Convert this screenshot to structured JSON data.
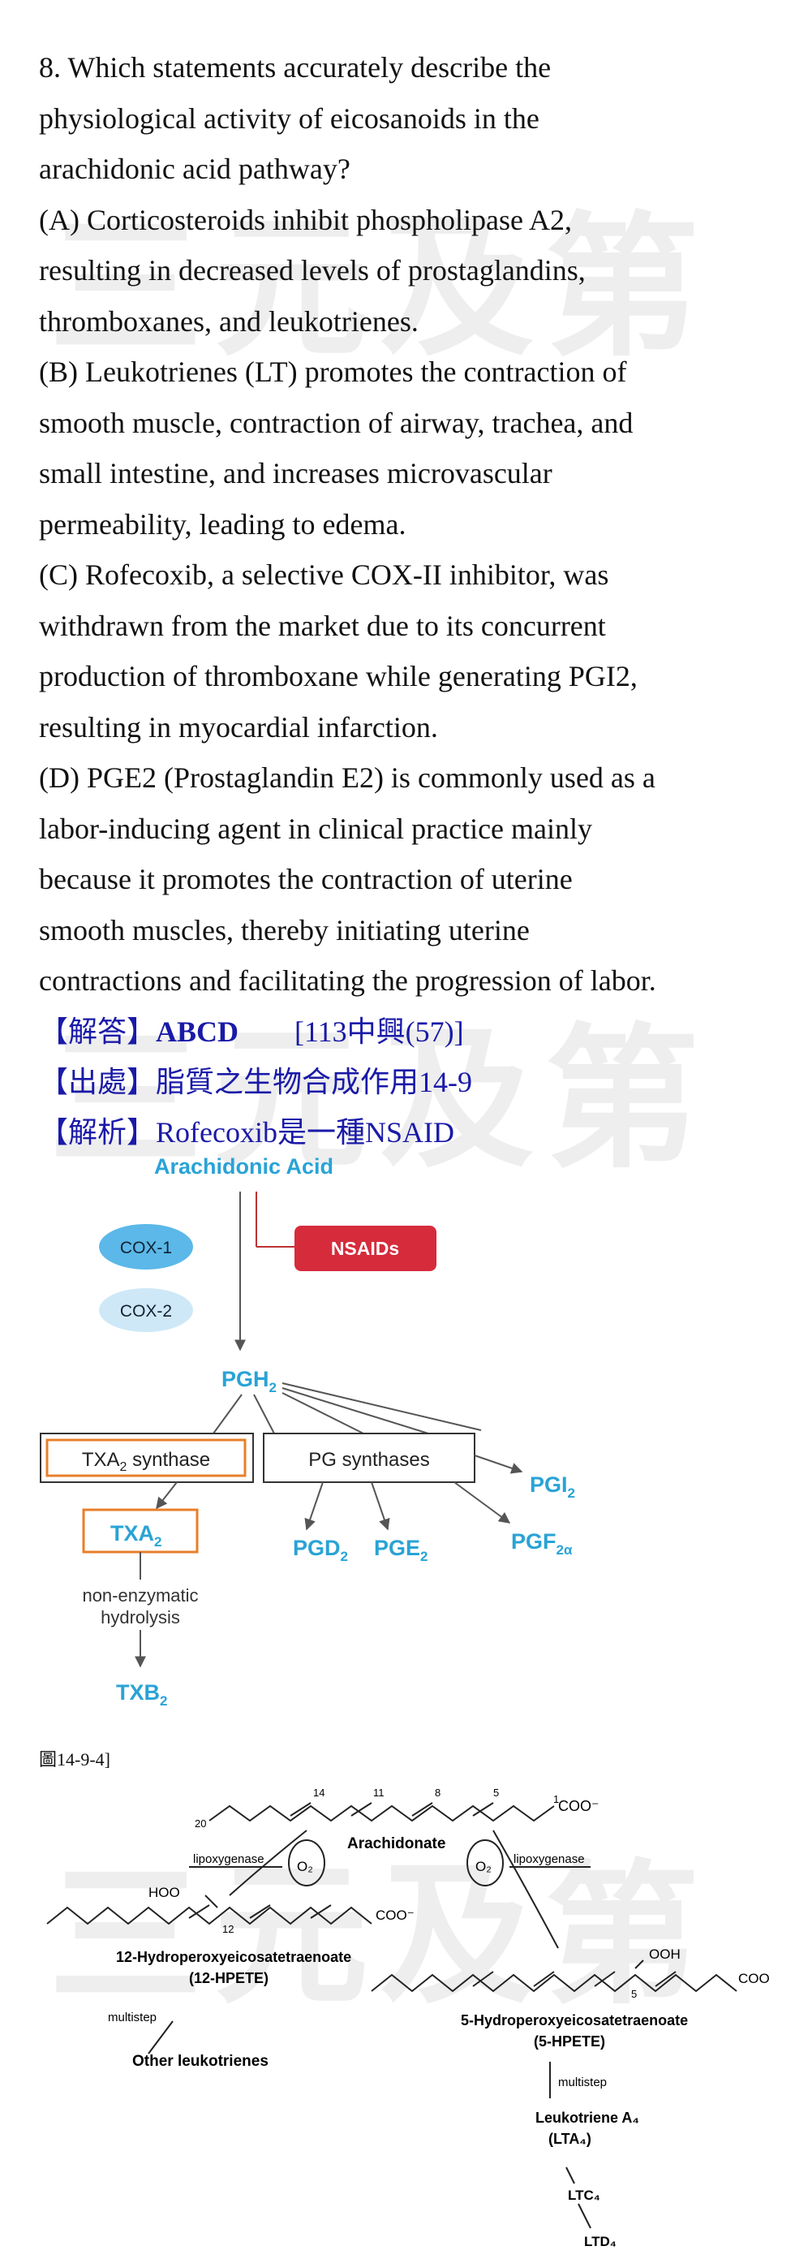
{
  "watermark": "三元及第",
  "question": {
    "lines": [
      "8. Which statements accurately describe the",
      "physiological activity of eicosanoids in the",
      "arachidonic acid pathway?",
      "(A) Corticosteroids inhibit phospholipase A2,",
      "resulting in decreased levels of prostaglandins,",
      "thromboxanes, and leukotrienes.",
      "(B) Leukotrienes (LT) promotes the contraction of",
      "smooth muscle, contraction of airway, trachea, and",
      "small intestine, and increases microvascular",
      "permeability, leading to edema.",
      "(C) Rofecoxib, a selective COX-II inhibitor, was",
      "withdrawn from the market due to its concurrent",
      "production of thromboxane while generating PGI2,",
      "resulting in myocardial infarction.",
      "(D) PGE2 (Prostaglandin E2) is commonly used as a",
      "labor-inducing agent in clinical practice mainly",
      "because it promotes the contraction of uterine",
      "smooth muscles, thereby initiating uterine",
      "contractions and facilitating the progression of labor."
    ]
  },
  "answer": {
    "answer_tag": "【解答】",
    "answer_value": "ABCD",
    "source_ref": "[113中興(57)]",
    "origin_tag": "【出處】",
    "origin_value": "脂質之生物合成作用14-9",
    "analysis_tag": "【解析】",
    "analysis_value": "Rofecoxib是一種NSAID"
  },
  "figure1": {
    "arachidonic": "Arachidonic Acid",
    "cox1": "COX-1",
    "cox2": "COX-2",
    "nsaids": "NSAIDs",
    "pgh2": "PGH",
    "pgh2_sub": "2",
    "txa2_synthase": "TXA",
    "txa2_synthase_sub": "2",
    "txa2_synthase_rest": " synthase",
    "pg_synthases": "PG synthases",
    "txa2": "TXA",
    "txa2_sub": "2",
    "pgd2": "PGD",
    "pgd2_sub": "2",
    "pge2": "PGE",
    "pge2_sub": "2",
    "pgi2": "PGI",
    "pgi2_sub": "2",
    "pgf2a": "PGF",
    "pgf2a_sub": "2α",
    "hydrolysis_line1": "non-enzymatic",
    "hydrolysis_line2": "hydrolysis",
    "txb2": "TXB",
    "txb2_sub": "2",
    "colors": {
      "blue": "#29a3d6",
      "red": "#d62b3b",
      "orange": "#e87f2a",
      "cox": "#6cc0ea"
    }
  },
  "figure2": {
    "label": "圖14-9-4]",
    "arachidonate": "Arachidonate",
    "carbon_20": "20",
    "carbon_14": "14",
    "carbon_11": "11",
    "carbon_8": "8",
    "carbon_5": "5",
    "carbon_1": "1",
    "coo": "COO⁻",
    "lipoxygenase_left": "lipoxygenase",
    "lipoxygenase_right": "lipoxygenase",
    "o2": "O₂",
    "hoo": "HOO",
    "ooh": "OOH",
    "twelve": "12",
    "five": "5",
    "hpete12_name": "12-Hydroperoxyeicosatetraenoate",
    "hpete12_abbr": "(12-HPETE)",
    "hpete5_name": "5-Hydroperoxyeicosatetraenoate",
    "hpete5_abbr": "(5-HPETE)",
    "multistep_left": "multistep",
    "multistep_right": "multistep",
    "other_lt": "Other leukotrienes",
    "lta4": "Leukotriene A₄",
    "lta4_abbr": "(LTA₄)",
    "ltc4": "LTC₄",
    "ltd4": "LTD₄"
  }
}
